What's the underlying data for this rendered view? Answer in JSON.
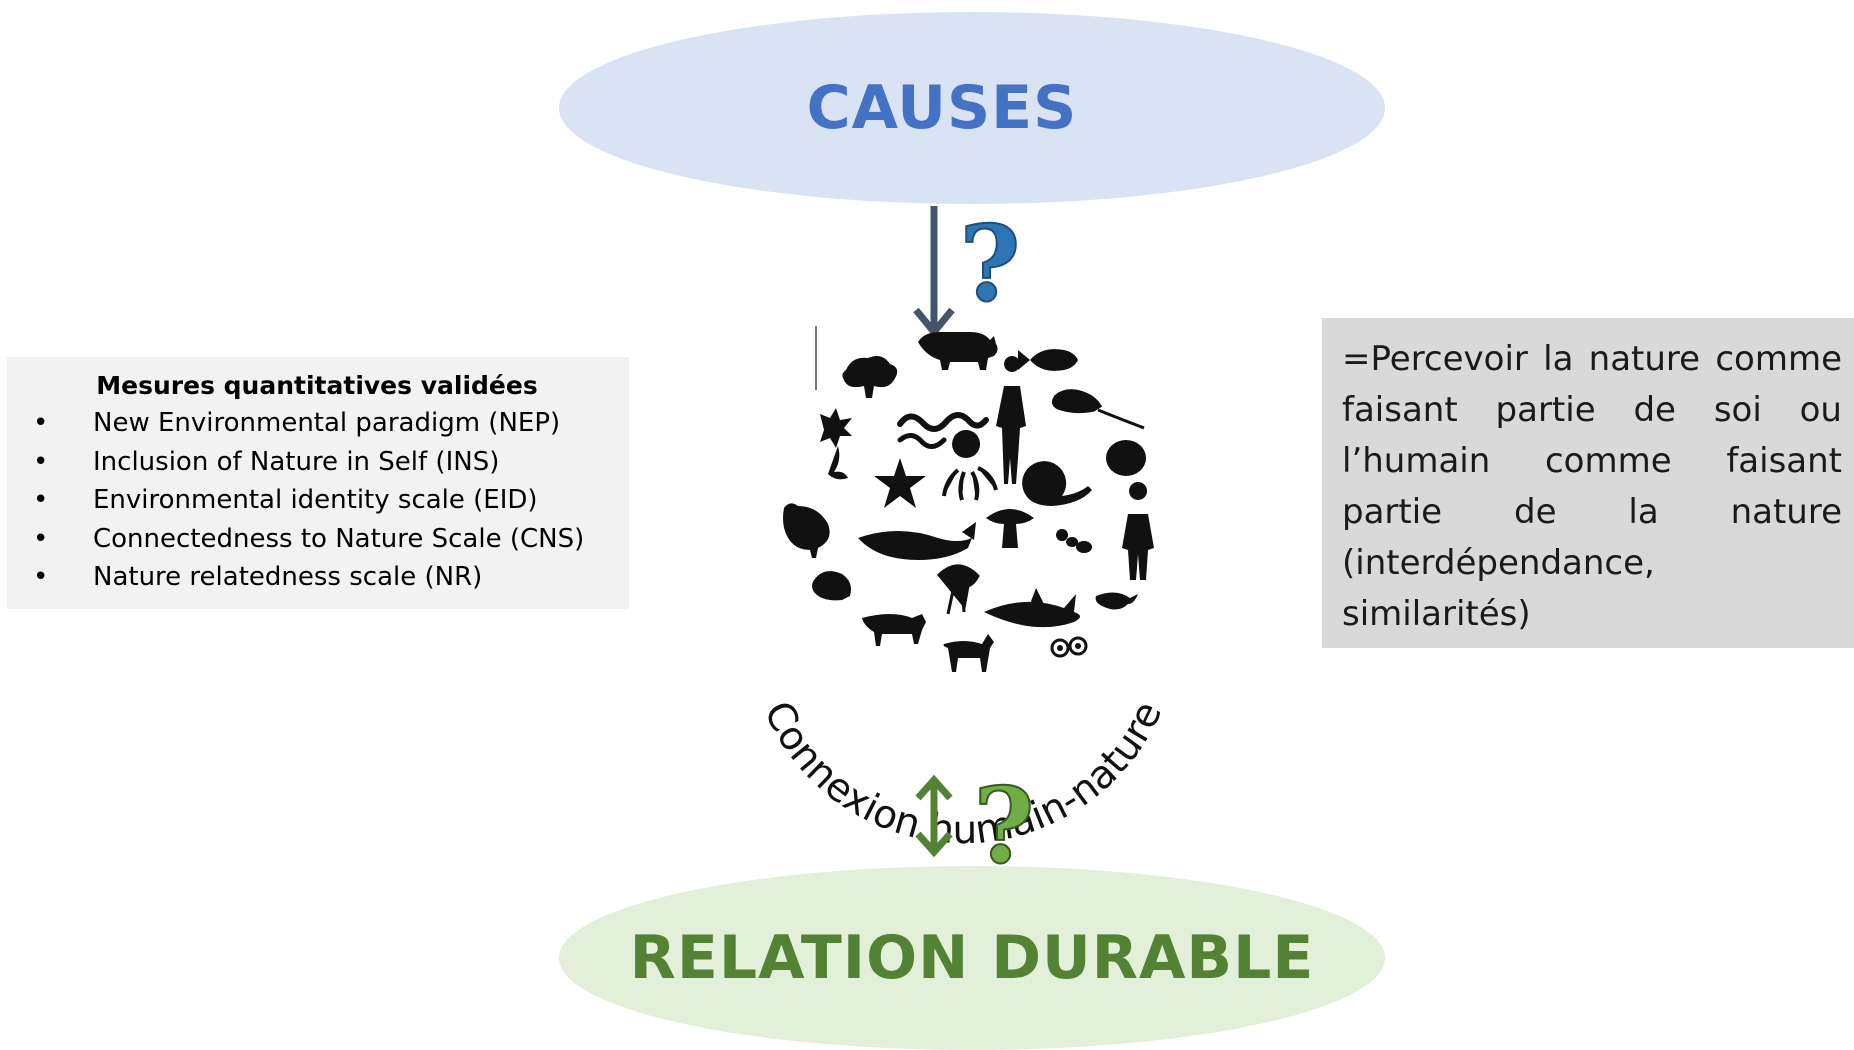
{
  "causes": {
    "label": "CAUSES"
  },
  "relation": {
    "label": "RELATION DURABLE"
  },
  "center": {
    "caption": "Connexion humain-nature"
  },
  "question_marks": {
    "top": "?",
    "bottom": "?"
  },
  "measures": {
    "title": "Mesures quantitatives validées",
    "items": [
      "New Environmental paradigm (NEP)",
      "Inclusion of Nature in Self (INS)",
      "Environmental identity scale (EID)",
      "Connectedness to Nature Scale (CNS)",
      "Nature relatedness scale  (NR)"
    ]
  },
  "definition": {
    "text": "=Percevoir la nature comme faisant partie de soi ou l’humain comme faisant partie de la nature (interdépendance, similarités)"
  },
  "colors": {
    "causes_fill": "#dae3f3",
    "causes_text": "#4472c4",
    "relation_fill": "#e2efd9",
    "relation_text": "#548235",
    "arrow_down": "#44546a",
    "arrow_double": "#548235",
    "question_blue": "#2e75b6",
    "question_green": "#548235"
  },
  "icons": [
    "down-arrow-icon",
    "double-arrow-icon",
    "question-mark-icon",
    "animal-silhouettes-icon"
  ]
}
